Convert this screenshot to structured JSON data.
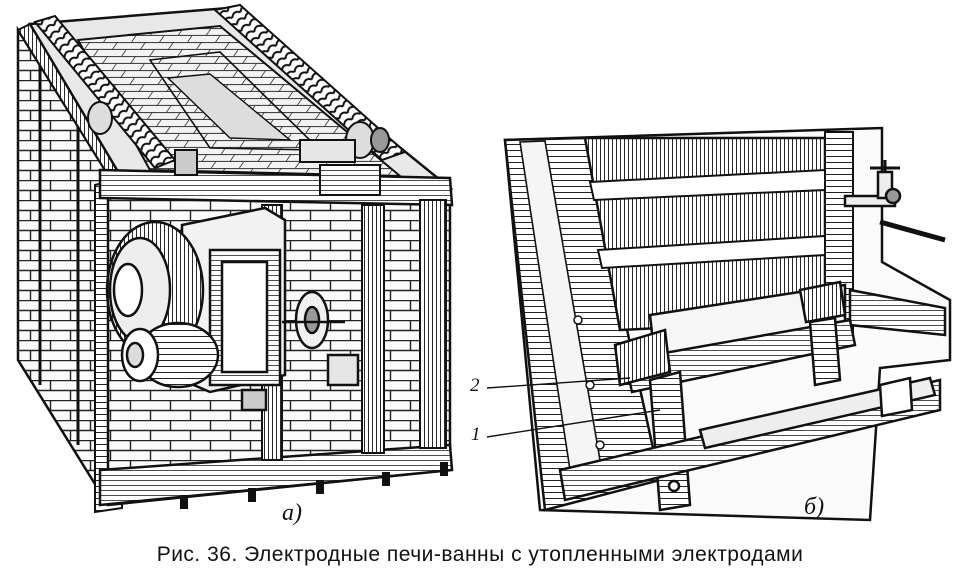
{
  "figure": {
    "caption": "Рис. 36. Электродные печи-ванны с утопленными электродами",
    "panel_a_label": "а)",
    "panel_b_label": "б)",
    "callout_1": "1",
    "callout_2": "2"
  }
}
